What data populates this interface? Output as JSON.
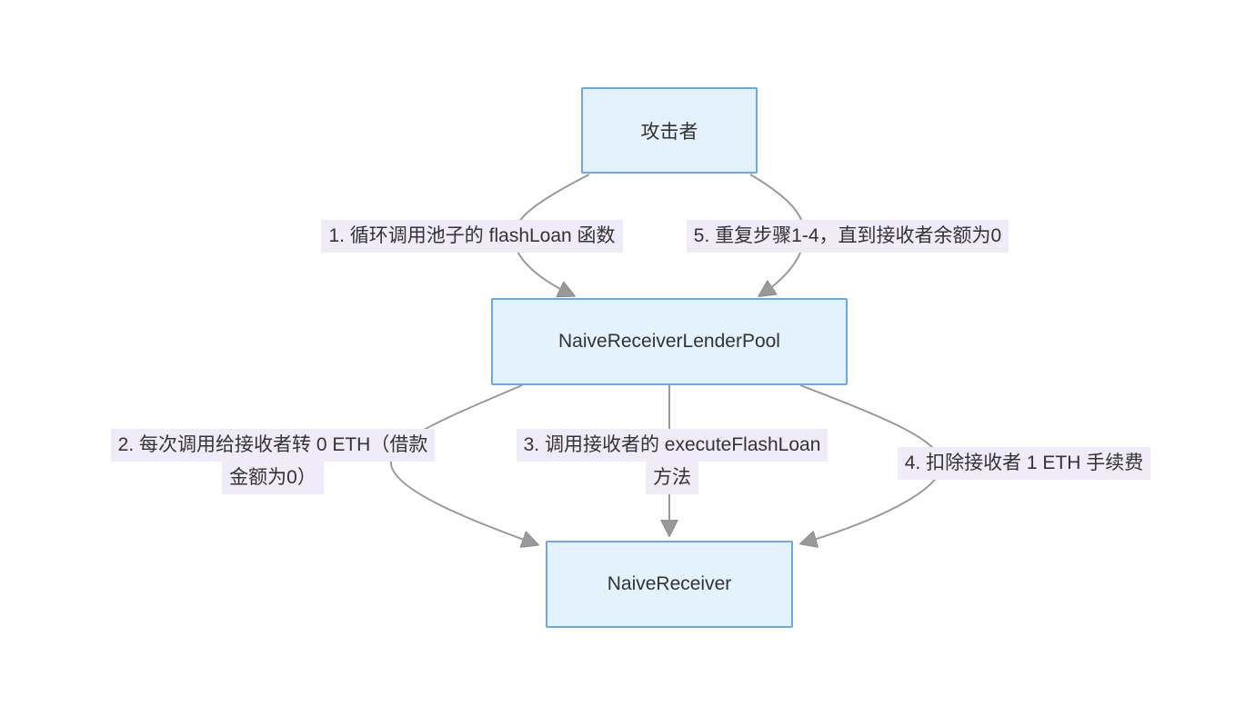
{
  "diagram": {
    "type": "flowchart",
    "background_color": "#ffffff",
    "node_fill_color": "#e3f2fd",
    "node_border_color": "#6ca6ee",
    "edge_color": "#999999",
    "edge_label_background": "#f0ebf8",
    "text_color": "#333333"
  },
  "nodes": [
    {
      "id": "attacker",
      "label": "攻击者"
    },
    {
      "id": "pool",
      "label": "NaiveReceiverLenderPool"
    },
    {
      "id": "receiver",
      "label": "NaiveReceiver"
    }
  ],
  "edges": [
    {
      "from": "attacker",
      "to": "pool",
      "lines": [
        "1. 循环调用池子的 flashLoan 函数"
      ]
    },
    {
      "from": "attacker",
      "to": "pool",
      "lines": [
        "5. 重复步骤1-4，直到接收者余额为0"
      ]
    },
    {
      "from": "pool",
      "to": "receiver",
      "lines": [
        "2. 每次调用给接收者转 0 ETH（借款",
        "金额为0）"
      ]
    },
    {
      "from": "pool",
      "to": "receiver",
      "lines": [
        "3. 调用接收者的 executeFlashLoan",
        "方法"
      ]
    },
    {
      "from": "pool",
      "to": "receiver",
      "lines": [
        "4. 扣除接收者 1 ETH 手续费"
      ]
    }
  ]
}
